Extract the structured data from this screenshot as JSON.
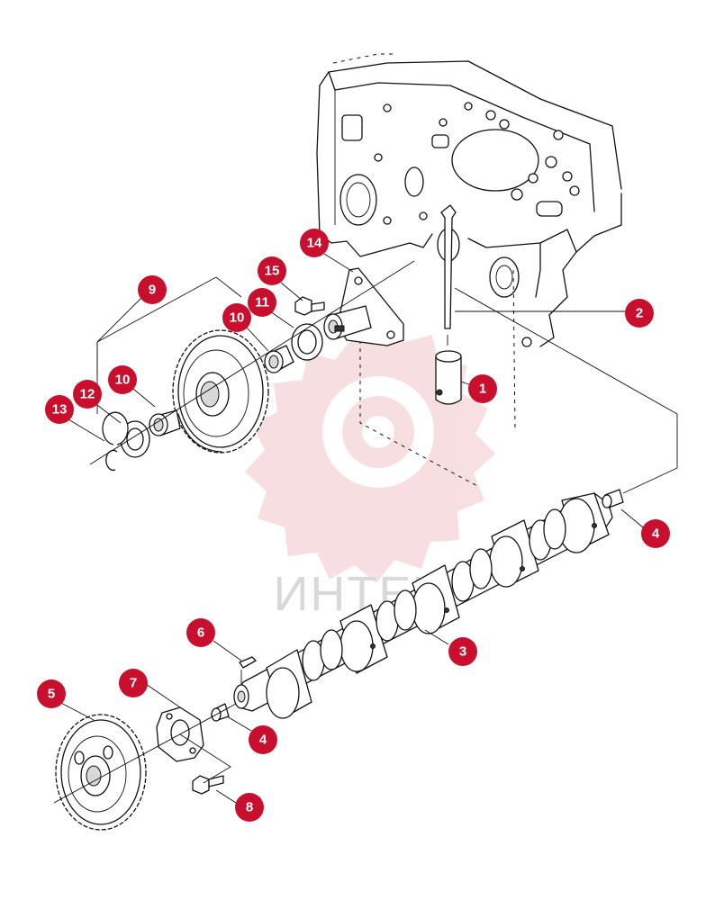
{
  "watermark": {
    "text": "ИНТЕХ",
    "color": "#d9d9d9",
    "logo_color": "#f2c4c8"
  },
  "callout_color": "#c8102e",
  "callouts": [
    {
      "id": "1",
      "part": "tappet"
    },
    {
      "id": "2",
      "part": "push-rod"
    },
    {
      "id": "3",
      "part": "camshaft"
    },
    {
      "id": "4",
      "part": "plug-rear"
    },
    {
      "id": "4",
      "part": "plug-front"
    },
    {
      "id": "5",
      "part": "camshaft-gear"
    },
    {
      "id": "6",
      "part": "key"
    },
    {
      "id": "7",
      "part": "thrust-plate"
    },
    {
      "id": "8",
      "part": "bolt"
    },
    {
      "id": "9",
      "part": "idler-gear-assembly"
    },
    {
      "id": "10",
      "part": "bushing-rear"
    },
    {
      "id": "10",
      "part": "bushing-front"
    },
    {
      "id": "11",
      "part": "washer-rear"
    },
    {
      "id": "12",
      "part": "washer-front"
    },
    {
      "id": "13",
      "part": "snap-ring"
    },
    {
      "id": "14",
      "part": "idler-shaft"
    },
    {
      "id": "15",
      "part": "shaft-bolt"
    }
  ]
}
